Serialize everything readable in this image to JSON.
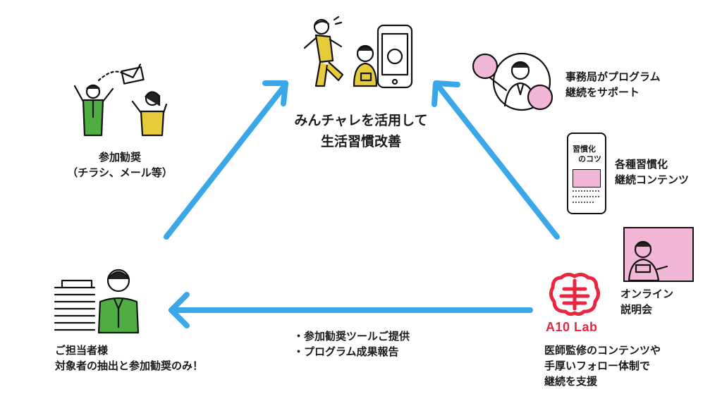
{
  "center": {
    "title_line1": "みんチャレを活用して",
    "title_line2": "生活習慣改善"
  },
  "left_top": {
    "line1": "参加勧奨",
    "line2": "（チラシ、メール等）"
  },
  "bottom_left": {
    "line1": "ご担当者様",
    "line2": "対象者の抽出と参加勧奨のみ！"
  },
  "bottom_middle": {
    "items": [
      "・参加勧奨ツールご提供",
      "・プログラム成果報告"
    ]
  },
  "right": {
    "support": {
      "line1": "事務局がプログラム",
      "line2": "継続をサポート"
    },
    "contents": {
      "line1": "各種習慣化",
      "line2": "継続コンテンツ"
    },
    "phone_screen": {
      "line1": "習慣化",
      "line2": "のコツ"
    },
    "online": {
      "line1": "オンライン",
      "line2": "説明会"
    }
  },
  "a10": {
    "logo_text": "A10 Lab",
    "line1": "医師監修のコンテンツや",
    "line2": "手厚いフォロー体制で",
    "line3": "継続を支援"
  },
  "colors": {
    "arrow": "#3aa7e8",
    "logo_red": "#e8273e",
    "pink": "#f2b7d8",
    "suit_green": "#4fae42",
    "shirt_yellow": "#e6cc3a"
  }
}
